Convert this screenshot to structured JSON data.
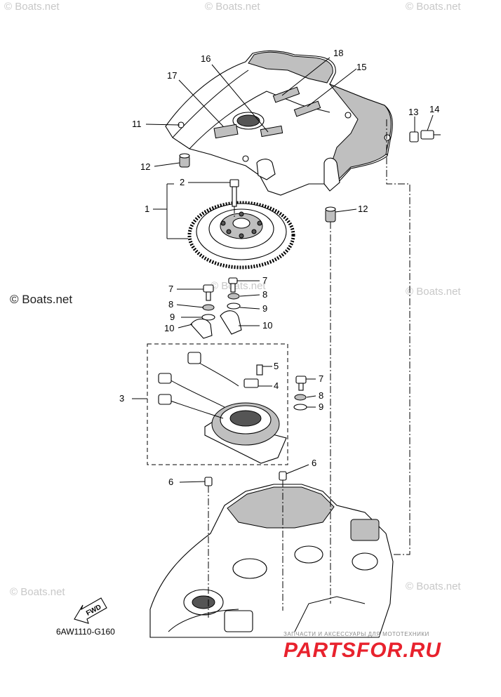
{
  "watermarks": {
    "top_left": "© Boats.net",
    "top_center": "© Boats.net",
    "top_right": "© Boats.net",
    "mid_left": "© Boats.net",
    "mid_center": "© Boats.net",
    "mid_right": "© Boats.net",
    "bottom_left": "© Boats.net",
    "bottom_right": "© Boats.net"
  },
  "callouts": [
    {
      "id": "c17",
      "text": "17"
    },
    {
      "id": "c16",
      "text": "16"
    },
    {
      "id": "c18",
      "text": "18"
    },
    {
      "id": "c15",
      "text": "15"
    },
    {
      "id": "c11",
      "text": "11"
    },
    {
      "id": "c13",
      "text": "13"
    },
    {
      "id": "c14",
      "text": "14"
    },
    {
      "id": "c12a",
      "text": "12"
    },
    {
      "id": "c12b",
      "text": "12"
    },
    {
      "id": "c2",
      "text": "2"
    },
    {
      "id": "c1",
      "text": "1"
    },
    {
      "id": "c7a",
      "text": "7"
    },
    {
      "id": "c7b",
      "text": "7"
    },
    {
      "id": "c7c",
      "text": "7"
    },
    {
      "id": "c8a",
      "text": "8"
    },
    {
      "id": "c8b",
      "text": "8"
    },
    {
      "id": "c8c",
      "text": "8"
    },
    {
      "id": "c9a",
      "text": "9"
    },
    {
      "id": "c9b",
      "text": "9"
    },
    {
      "id": "c9c",
      "text": "9"
    },
    {
      "id": "c10a",
      "text": "10"
    },
    {
      "id": "c10b",
      "text": "10"
    },
    {
      "id": "c5",
      "text": "5"
    },
    {
      "id": "c4",
      "text": "4"
    },
    {
      "id": "c3",
      "text": "3"
    },
    {
      "id": "c6a",
      "text": "6"
    },
    {
      "id": "c6b",
      "text": "6"
    }
  ],
  "fwd_label": "FWD",
  "diagram_code": "6AW1110-G160",
  "ad": {
    "tagline": "ЗАПЧАСТИ И АКСЕССУАРЫ ДЛЯ МОТОТЕХНИКИ",
    "brand": "PARTSFOR.RU"
  }
}
